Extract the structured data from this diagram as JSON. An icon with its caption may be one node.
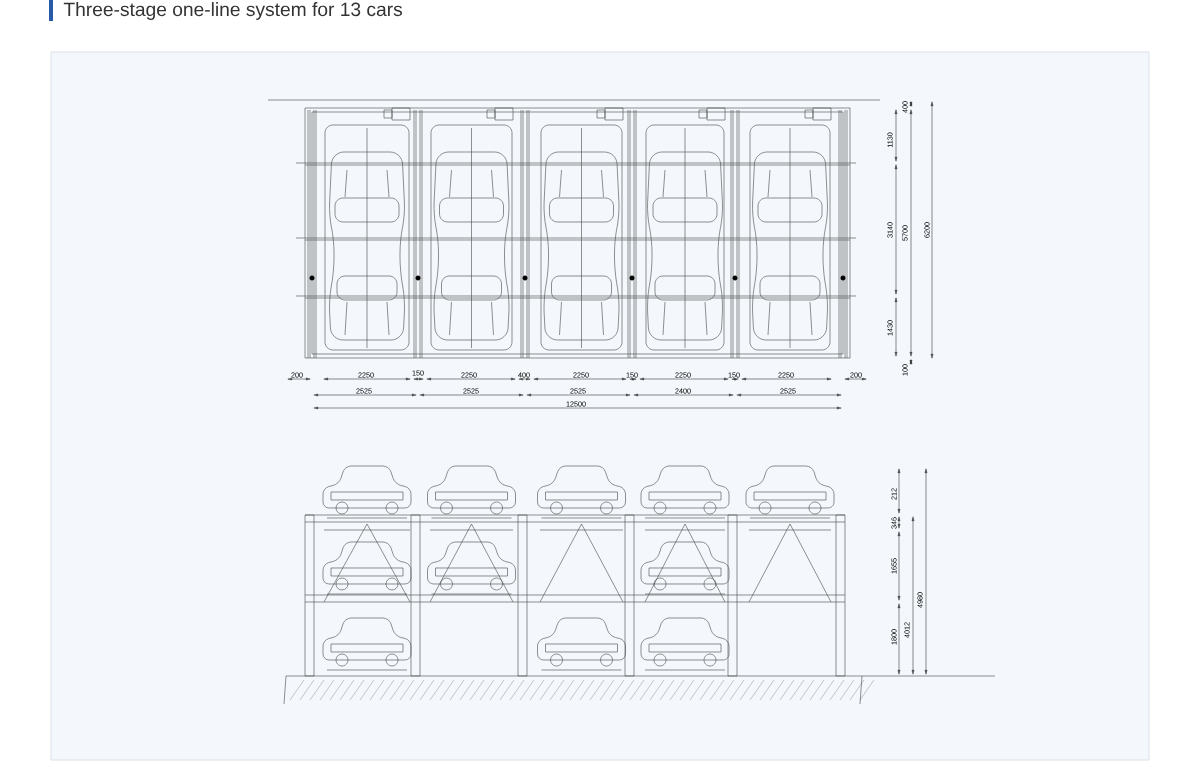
{
  "diagram": {
    "title": "Three-stage one-line system for 13 cars",
    "labels": [
      "400",
      "1130",
      "3140",
      "5700",
      "6200",
      "1430",
      "100",
      "200",
      "2250",
      "150",
      "2250",
      "400",
      "2250",
      "150",
      "2250",
      "150",
      "2250",
      "200",
      "2525",
      "2525",
      "2525",
      "2400",
      "2525",
      "12500",
      "212",
      "346",
      "1655",
      "4980",
      "4012",
      "1800"
    ]
  }
}
